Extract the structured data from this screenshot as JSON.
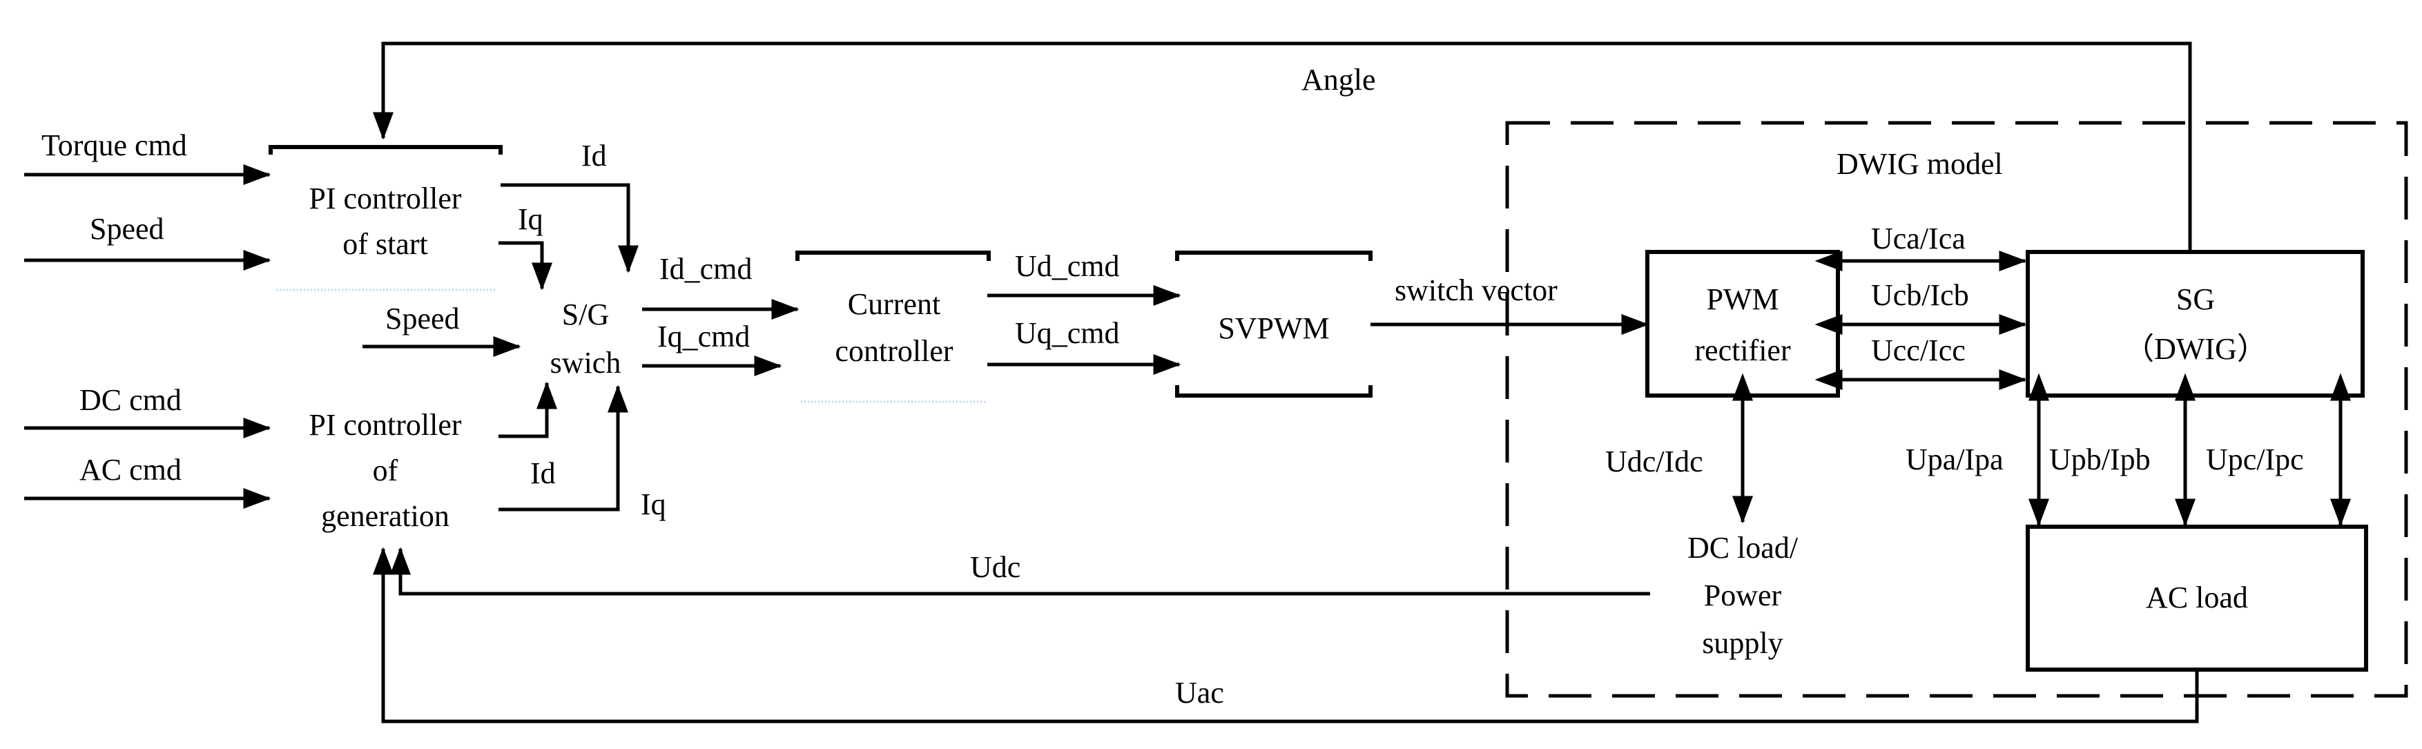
{
  "diagram": {
    "inputs": {
      "torque_cmd": "Torque cmd",
      "speed_top": "Speed",
      "speed_mid": "Speed",
      "dc_cmd": "DC cmd",
      "ac_cmd": "AC cmd"
    },
    "blocks": {
      "pi_start": [
        "PI controller",
        "of start"
      ],
      "sg_switch": [
        "S/G",
        "swich"
      ],
      "pi_generation": [
        "PI controller",
        "of",
        "generation"
      ],
      "current_controller": [
        "Current",
        "controller"
      ],
      "svpwm": "SVPWM",
      "pwm_rectifier": [
        "PWM",
        "rectifier"
      ],
      "sg_dwig": [
        "SG",
        "（DWIG）"
      ],
      "ac_load": "AC load",
      "dc_load": [
        "DC load/",
        "Power",
        "supply"
      ]
    },
    "signals": {
      "angle": "Angle",
      "id_top": "Id",
      "iq_top": "Iq",
      "id_bottom": "Id",
      "iq_bottom": "Iq",
      "id_cmd": "Id_cmd",
      "iq_cmd": "Iq_cmd",
      "ud_cmd": "Ud_cmd",
      "uq_cmd": "Uq_cmd",
      "switch_vector": "switch vector",
      "uca_ica": "Uca/Ica",
      "ucb_icb": "Ucb/Icb",
      "ucc_icc": "Ucc/Icc",
      "udc_idc": "Udc/Idc",
      "upa_ipa": "Upa/Ipa",
      "upb_ipb": "Upb/Ipb",
      "upc_ipc": "Upc/Ipc",
      "udc": "Udc",
      "uac": "Uac"
    },
    "model_label": "DWIG model"
  }
}
